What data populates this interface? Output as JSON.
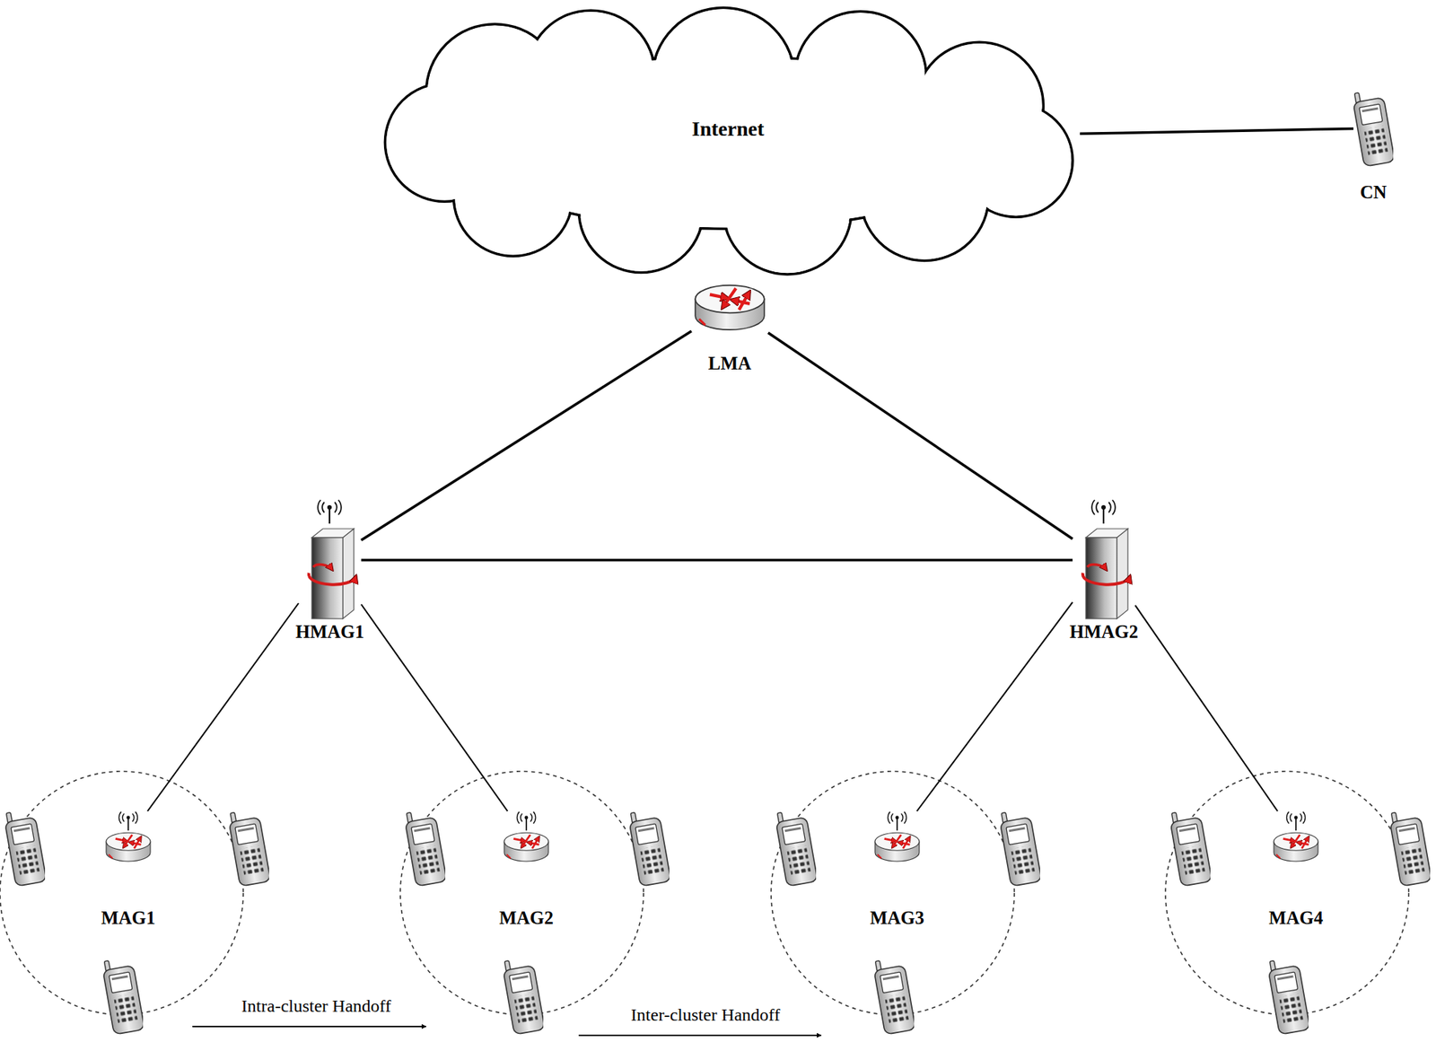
{
  "diagram": {
    "nodes": [
      {
        "text": [
          "Internet"
        ]
      },
      {
        "text": [
          "CN"
        ]
      },
      {
        "text": [
          "LMA"
        ]
      },
      {
        "text": [
          "HMAG1"
        ]
      },
      {
        "text": [
          "HMAG2"
        ]
      },
      {
        "text": [
          "MAG1"
        ]
      },
      {
        "text": [
          "MAG2"
        ]
      },
      {
        "text": [
          "MAG3"
        ]
      },
      {
        "text": [
          "MAG4"
        ]
      }
    ],
    "edges": [
      {
        "from": 0,
        "to": 1,
        "arrow": "none"
      },
      {
        "from": 2,
        "to": 3,
        "arrow": "none"
      },
      {
        "from": 2,
        "to": 4,
        "arrow": "none"
      },
      {
        "from": 3,
        "to": 4,
        "arrow": "none"
      },
      {
        "from": 3,
        "to": 5,
        "arrow": "none"
      },
      {
        "from": 3,
        "to": 6,
        "arrow": "none"
      },
      {
        "from": 4,
        "to": 7,
        "arrow": "none"
      },
      {
        "from": 4,
        "to": 8,
        "arrow": "none"
      }
    ],
    "labels": [
      "Intra-cluster Handoff",
      "Inter-cluster Handoff"
    ]
  }
}
